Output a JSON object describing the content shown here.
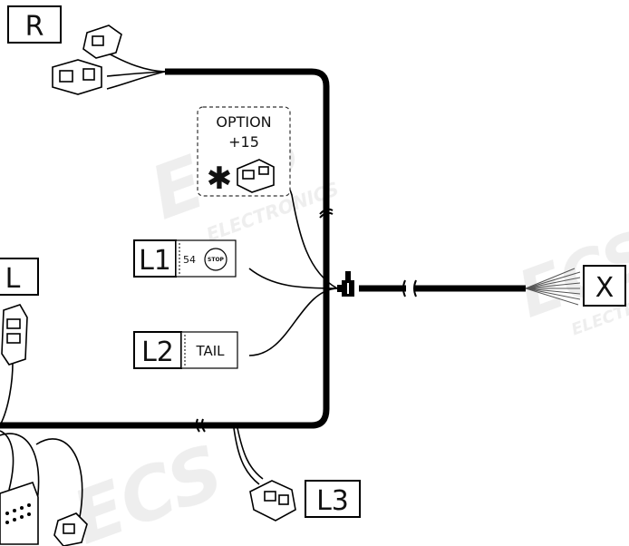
{
  "connectors": {
    "r": "R",
    "l": "L",
    "x": "X",
    "l1": "L1",
    "l2": "L2",
    "l3": "L3"
  },
  "l1_detail": {
    "pin": "54",
    "lamp": "STOP"
  },
  "l2_detail": {
    "function": "TAIL"
  },
  "option": {
    "title": "OPTION",
    "value": "+15",
    "marker": "✱"
  },
  "watermark": {
    "brand": "ECS",
    "text": "ELECTRONICS"
  }
}
